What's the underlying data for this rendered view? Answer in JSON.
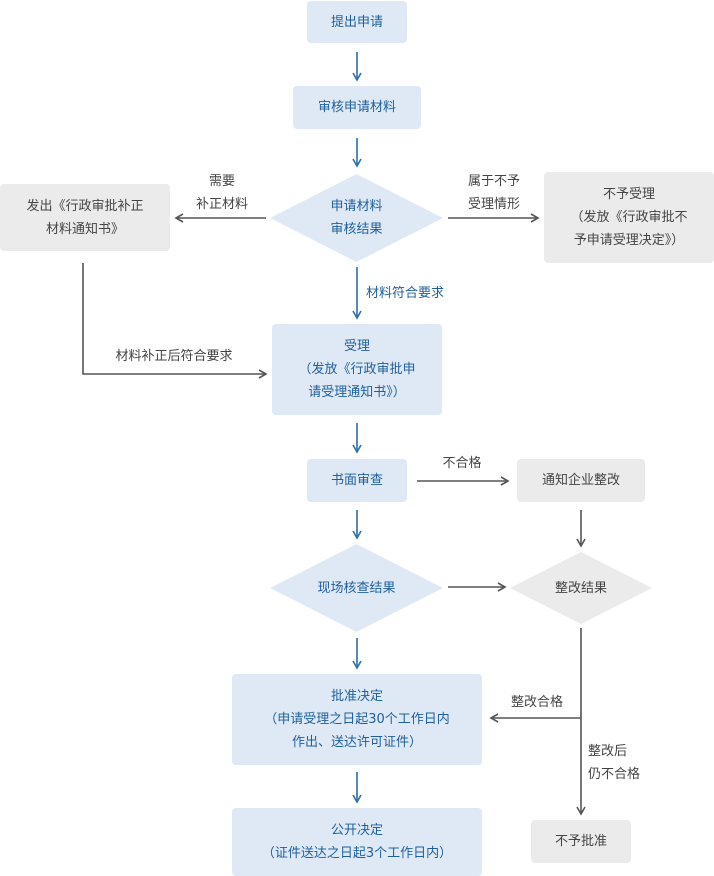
{
  "nodes": {
    "submit_application": "提出申请",
    "review_materials": "审核申请材料",
    "materials_review_result": [
      "申请材料",
      "审核结果"
    ],
    "issue_correction_notice": [
      "发出《行政审批补正",
      "材料通知书》"
    ],
    "not_accepted": [
      "不予受理",
      "（发放《行政审批不",
      "予申请受理决定》）"
    ],
    "accepted": [
      "受理",
      "（发放《行政审批申",
      "请受理通知书》）"
    ],
    "written_review": "书面审查",
    "notify_rectification": "通知企业整改",
    "onsite_inspection_result": "现场核查结果",
    "rectification_result": "整改结果",
    "approval_decision": [
      "批准决定",
      "（申请受理之日起30个工作日内",
      "作出、送达许可证件）"
    ],
    "public_decision": [
      "公开决定",
      "（证件送达之日起3个工作日内）"
    ],
    "not_approved": "不予批准"
  },
  "edge_labels": {
    "needs_correction": [
      "需要",
      "补正材料"
    ],
    "not_acceptable": [
      "属于不予",
      "受理情形"
    ],
    "materials_compliant": "材料符合要求",
    "compliant_after_correction": "材料补正后符合要求",
    "unqualified": "不合格",
    "rectified_ok": "整改合格",
    "still_unqualified": [
      "整改后",
      "仍不合格"
    ]
  },
  "colors": {
    "blue_fill": "#dfe9f5",
    "blue_text": "#1f5f9d",
    "gray_fill": "#ebebeb",
    "gray_text": "#444444",
    "blue_arrow": "#2a70b0",
    "gray_arrow": "#555555"
  }
}
